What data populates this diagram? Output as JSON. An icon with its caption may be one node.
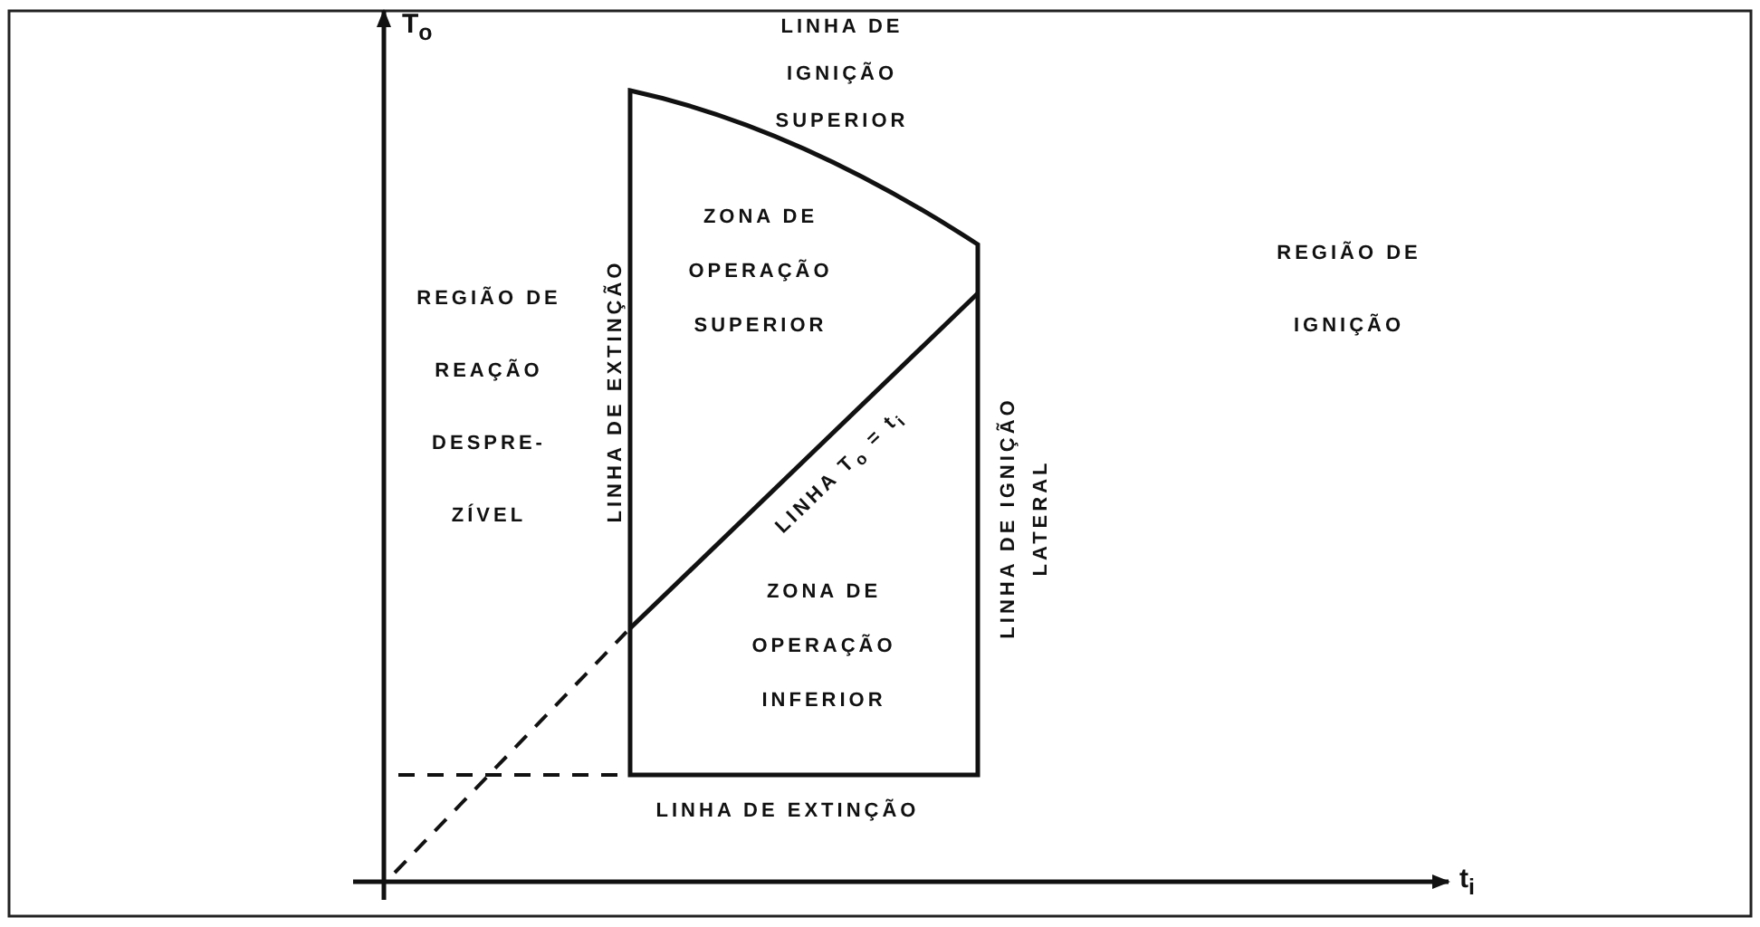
{
  "diagram": {
    "labels": [
      "T$_{o}$",
      "LINHA DE IGNIÇÃO SUPERIOR",
      "ZONA DE OPERAÇÃO SUPERIOR",
      "REGIÃO DE IGNIÇÃO",
      "REGIÃO DE REAÇÃO DESPRE-ZÍVEL",
      "LINHA DE EXTINÇÃO",
      "LINHA T$_{o}$ = t$_{i}$",
      "LINHA DE IGNIÇÃO LATERAL",
      "ZONA DE OPERAÇÃO INFERIOR",
      "LINHA DE EXTINÇÃO",
      "t$_{i}$"
    ]
  }
}
